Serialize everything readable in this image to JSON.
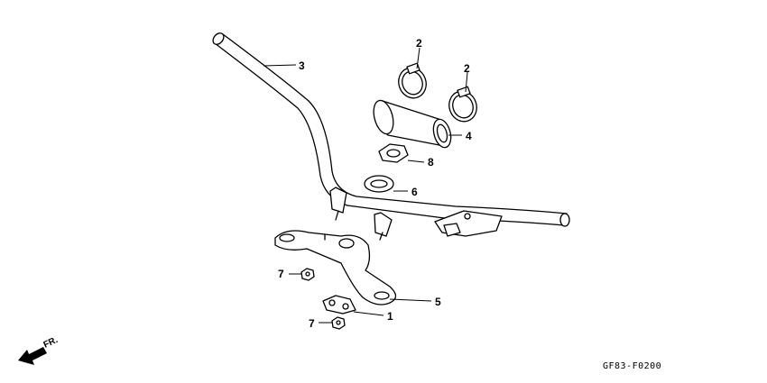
{
  "callouts": {
    "p1": "1",
    "p2a": "2",
    "p2b": "2",
    "p3": "3",
    "p4": "4",
    "p5": "5",
    "p6": "6",
    "p7a": "7",
    "p7b": "7",
    "p8": "8"
  },
  "direction_label": "FR.",
  "diagram_code": "GF83-F0200",
  "icons": {
    "direction": "arrow-icon"
  }
}
